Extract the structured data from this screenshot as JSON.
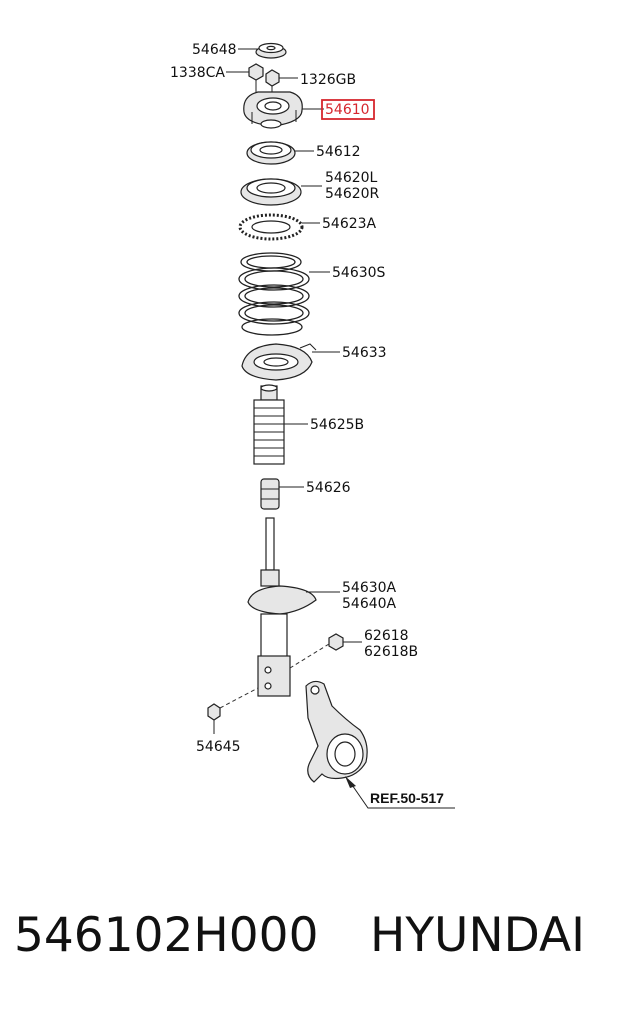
{
  "diagram": {
    "callouts": {
      "p54648": "54648",
      "p1338CA": "1338CA",
      "p1326GB": "1326GB",
      "p54610": "54610",
      "p54612": "54612",
      "p54620L": "54620L",
      "p54620R": "54620R",
      "p54623A": "54623A",
      "p54630S": "54630S",
      "p54633": "54633",
      "p54625B": "54625B",
      "p54626": "54626",
      "p54630A": "54630A",
      "p54640A": "54640A",
      "p62618": "62618",
      "p62618B": "62618B",
      "p54645": "54645",
      "ref": "REF.50-517"
    },
    "highlight_color": "#d6262e"
  },
  "caption": {
    "part_number": "546102H000",
    "brand": "HYUNDAI"
  }
}
